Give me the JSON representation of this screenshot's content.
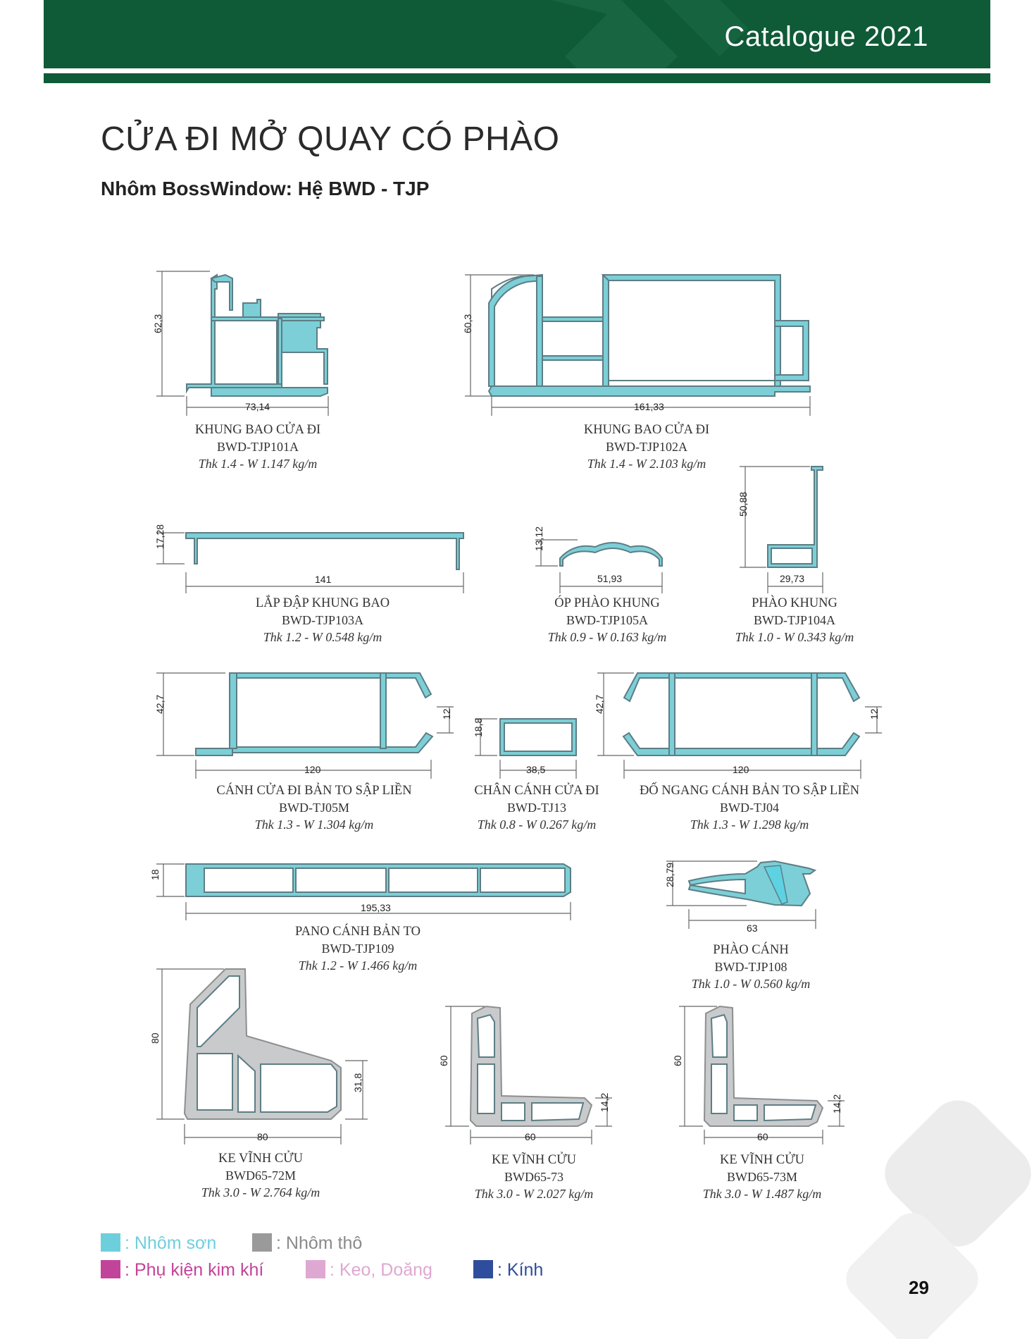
{
  "header": {
    "catalogue": "Catalogue 2021"
  },
  "page": {
    "title": "CỬA ĐI MỞ QUAY CÓ PHÀO",
    "subtitle": "Nhôm BossWindow: Hệ BWD - TJP",
    "number": "29"
  },
  "colors": {
    "brand_green": "#0f5a37",
    "profile_fill": "#7ccfd6",
    "profile_stroke": "#5d7d85",
    "raw_aluminium": "#c8cacb"
  },
  "profiles": [
    {
      "name": "KHUNG BAO CỬA ĐI",
      "code": "BWD-TJP101A",
      "spec": "Thk 1.4 - W 1.147 kg/m",
      "dims": [
        "62,3",
        "73,14"
      ]
    },
    {
      "name": "KHUNG BAO CỬA ĐI",
      "code": "BWD-TJP102A",
      "spec": "Thk 1.4 - W 2.103 kg/m",
      "dims": [
        "60,3",
        "161,33"
      ]
    },
    {
      "name": "LẮP ĐẬP KHUNG BAO",
      "code": "BWD-TJP103A",
      "spec": "Thk 1.2 - W 0.548 kg/m",
      "dims": [
        "17,28",
        "141"
      ]
    },
    {
      "name": "ÓP PHÀO KHUNG",
      "code": "BWD-TJP105A",
      "spec": "Thk 0.9 - W 0.163 kg/m",
      "dims": [
        "13,12",
        "51,93"
      ]
    },
    {
      "name": "PHÀO KHUNG",
      "code": "BWD-TJP104A",
      "spec": "Thk 1.0 - W 0.343 kg/m",
      "dims": [
        "50,88",
        "29,73"
      ]
    },
    {
      "name": "CÁNH CỬA ĐI BẢN TO SẬP LIỀN",
      "code": "BWD-TJ05M",
      "spec": "Thk 1.3 - W 1.304 kg/m",
      "dims": [
        "42,7",
        "120",
        "12"
      ]
    },
    {
      "name": "CHÂN CÁNH CỬA ĐI",
      "code": "BWD-TJ13",
      "spec": "Thk 0.8 - W 0.267 kg/m",
      "dims": [
        "18,8",
        "38,5"
      ]
    },
    {
      "name": "ĐỐ NGANG CÁNH BẢN TO SẬP LIỀN",
      "code": "BWD-TJ04",
      "spec": "Thk 1.3 - W 1.298 kg/m",
      "dims": [
        "42,7",
        "120",
        "12"
      ]
    },
    {
      "name": "PANO CÁNH BẢN TO",
      "code": "BWD-TJP109",
      "spec": "Thk 1.2 - W 1.466 kg/m",
      "dims": [
        "18",
        "195,33"
      ]
    },
    {
      "name": "PHÀO CÁNH",
      "code": "BWD-TJP108",
      "spec": "Thk 1.0 - W 0.560 kg/m",
      "dims": [
        "28,79",
        "63"
      ]
    },
    {
      "name": "KE VĨNH CỬU",
      "code": "BWD65-72M",
      "spec": "Thk 3.0 - W 2.764 kg/m",
      "dims": [
        "80",
        "80",
        "31,8"
      ]
    },
    {
      "name": "KE VĨNH CỬU",
      "code": "BWD65-73",
      "spec": "Thk 3.0 - W 2.027 kg/m",
      "dims": [
        "60",
        "60",
        "14,2"
      ]
    },
    {
      "name": "KE VĨNH CỬU",
      "code": "BWD65-73M",
      "spec": "Thk 3.0 - W 1.487 kg/m",
      "dims": [
        "60",
        "60",
        "14,2"
      ]
    }
  ],
  "legend": [
    {
      "label": ": Nhôm sơn",
      "color": "#6ecfdc"
    },
    {
      "label": ": Nhôm thô",
      "color": "#9a9a9a"
    },
    {
      "label": ": Phụ kiện kim khí",
      "color": "#c2449a"
    },
    {
      "label": ": Keo, Doăng",
      "color": "#dfa8d2"
    },
    {
      "label": ": Kính",
      "color": "#2e4d9c"
    }
  ]
}
